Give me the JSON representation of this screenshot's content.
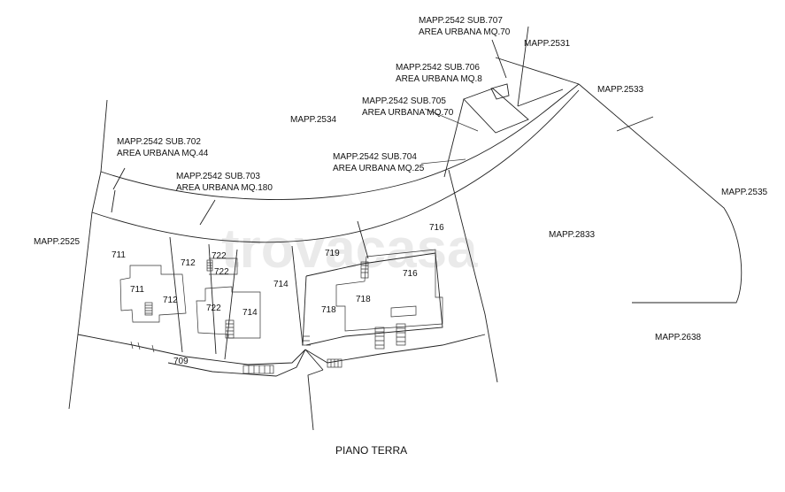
{
  "watermark": "trovacasa",
  "title": "PIANO TERRA",
  "labels": {
    "sub707": [
      "MAPP.2542 SUB.707",
      "AREA URBANA MQ.70"
    ],
    "sub706": [
      "MAPP.2542 SUB.706",
      "AREA URBANA MQ.8"
    ],
    "sub705": [
      "MAPP.2542 SUB.705",
      "AREA URBANA MQ.70"
    ],
    "sub704": [
      "MAPP.2542 SUB.704",
      "AREA URBANA MQ.25"
    ],
    "sub702": [
      "MAPP.2542 SUB.702",
      "AREA URBANA MQ.44"
    ],
    "sub703": [
      "MAPP.2542 SUB.703",
      "AREA URBANA MQ.180"
    ],
    "m2531": "MAPP.2531",
    "m2533": "MAPP.2533",
    "m2534": "MAPP.2534",
    "m2535": "MAPP.2535",
    "m2525": "MAPP.2525",
    "m2833": "MAPP.2833",
    "m2638": "MAPP.2638"
  },
  "units": {
    "u711a": "711",
    "u711b": "711",
    "u712a": "712",
    "u712b": "712",
    "u722a": "722",
    "u722b": "722",
    "u722c": "722",
    "u714a": "714",
    "u714b": "714",
    "u709": "709",
    "u716a": "716",
    "u716b": "716",
    "u719": "719",
    "u718a": "718",
    "u718b": "718"
  }
}
